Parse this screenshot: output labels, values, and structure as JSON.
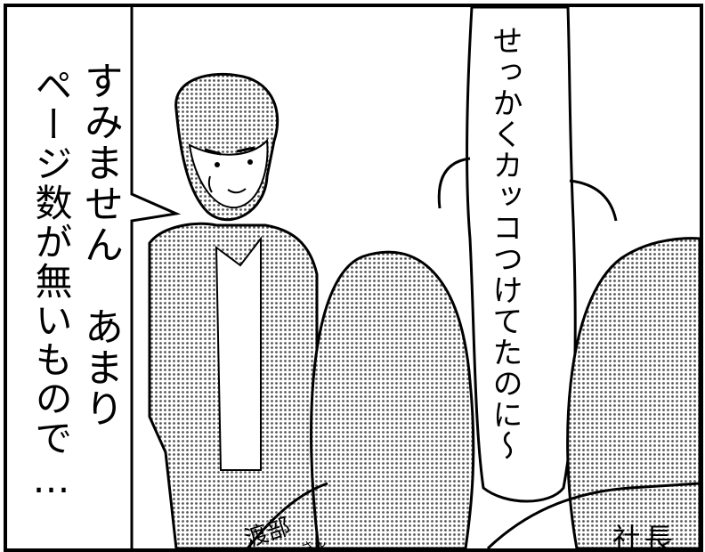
{
  "speech_left": {
    "line1": "すみません　あまり",
    "line2": "ページ数が無いもので…"
  },
  "speech_right": {
    "text": "せっかくカッコつけてたのに～"
  },
  "labels": {
    "watanabe": "渡部",
    "san": "さん",
    "shacho": "社長"
  },
  "colors": {
    "ink": "#000000",
    "paper": "#ffffff",
    "screentone": "#9a9a9a"
  }
}
